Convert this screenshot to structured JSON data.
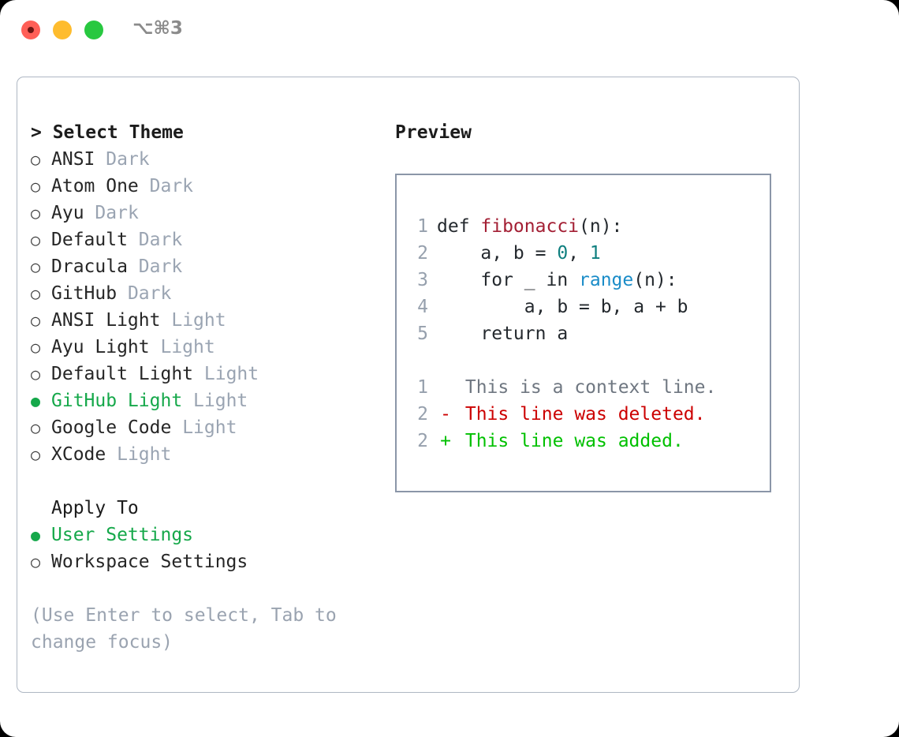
{
  "titlebar": {
    "shortcut": "⌥⌘3",
    "buttons": [
      {
        "name": "close",
        "color": "#ff5f57"
      },
      {
        "name": "minimize",
        "color": "#febc2e"
      },
      {
        "name": "maximize",
        "color": "#28c840"
      }
    ]
  },
  "theme_panel": {
    "heading": "> Select Theme",
    "items": [
      {
        "marker": "○",
        "label": "ANSI",
        "badge": "Dark",
        "selected": false
      },
      {
        "marker": "○",
        "label": "Atom One",
        "badge": "Dark",
        "selected": false
      },
      {
        "marker": "○",
        "label": "Ayu",
        "badge": "Dark",
        "selected": false
      },
      {
        "marker": "○",
        "label": "Default",
        "badge": "Dark",
        "selected": false
      },
      {
        "marker": "○",
        "label": "Dracula",
        "badge": "Dark",
        "selected": false
      },
      {
        "marker": "○",
        "label": "GitHub",
        "badge": "Dark",
        "selected": false
      },
      {
        "marker": "○",
        "label": "ANSI Light",
        "badge": "Light",
        "selected": false
      },
      {
        "marker": "○",
        "label": "Ayu Light",
        "badge": "Light",
        "selected": false
      },
      {
        "marker": "○",
        "label": "Default Light",
        "badge": "Light",
        "selected": false
      },
      {
        "marker": "●",
        "label": "GitHub Light",
        "badge": "Light",
        "selected": true
      },
      {
        "marker": "○",
        "label": "Google Code",
        "badge": "Light",
        "selected": false
      },
      {
        "marker": "○",
        "label": "XCode",
        "badge": "Light",
        "selected": false
      }
    ]
  },
  "apply_to": {
    "heading": "Apply To",
    "items": [
      {
        "marker": "●",
        "label": "User Settings",
        "selected": true
      },
      {
        "marker": "○",
        "label": "Workspace Settings",
        "selected": false
      }
    ]
  },
  "hint": "(Use Enter to select, Tab to change focus)",
  "preview": {
    "heading": "Preview",
    "code_lines": [
      {
        "number": "1",
        "tokens": [
          {
            "text": "def ",
            "type": "kw"
          },
          {
            "text": "fibonacci",
            "type": "fn"
          },
          {
            "text": "(n):",
            "type": "plain"
          }
        ]
      },
      {
        "number": "2",
        "tokens": [
          {
            "text": "    a, b = ",
            "type": "plain"
          },
          {
            "text": "0",
            "type": "num"
          },
          {
            "text": ", ",
            "type": "plain"
          },
          {
            "text": "1",
            "type": "num"
          }
        ]
      },
      {
        "number": "3",
        "tokens": [
          {
            "text": "    for _ in ",
            "type": "plain"
          },
          {
            "text": "range",
            "type": "call"
          },
          {
            "text": "(n):",
            "type": "plain"
          }
        ]
      },
      {
        "number": "4",
        "tokens": [
          {
            "text": "        a, b = b, a + b",
            "type": "plain"
          }
        ]
      },
      {
        "number": "5",
        "tokens": [
          {
            "text": "    return a",
            "type": "plain"
          }
        ]
      }
    ],
    "diff_lines": [
      {
        "number": "1",
        "mark": " ",
        "text": "This is a context line.",
        "kind": "ctx"
      },
      {
        "number": "2",
        "mark": "-",
        "text": "This line was deleted.",
        "kind": "del"
      },
      {
        "number": "2",
        "mark": "+",
        "text": "This line was added.",
        "kind": "add"
      }
    ]
  },
  "colors": {
    "selected_green": "#15a84a",
    "badge_gray": "#9aa4b2",
    "hint_gray": "#9aa3b0",
    "diff_add": "#00c000",
    "diff_del": "#cc0000",
    "diff_ctx": "#6f7781",
    "token_function": "#a31f34",
    "token_number": "#0f7f7f",
    "token_call": "#1a8cc8",
    "card_border": "#aeb7c3",
    "preview_border": "#8b96a8"
  }
}
